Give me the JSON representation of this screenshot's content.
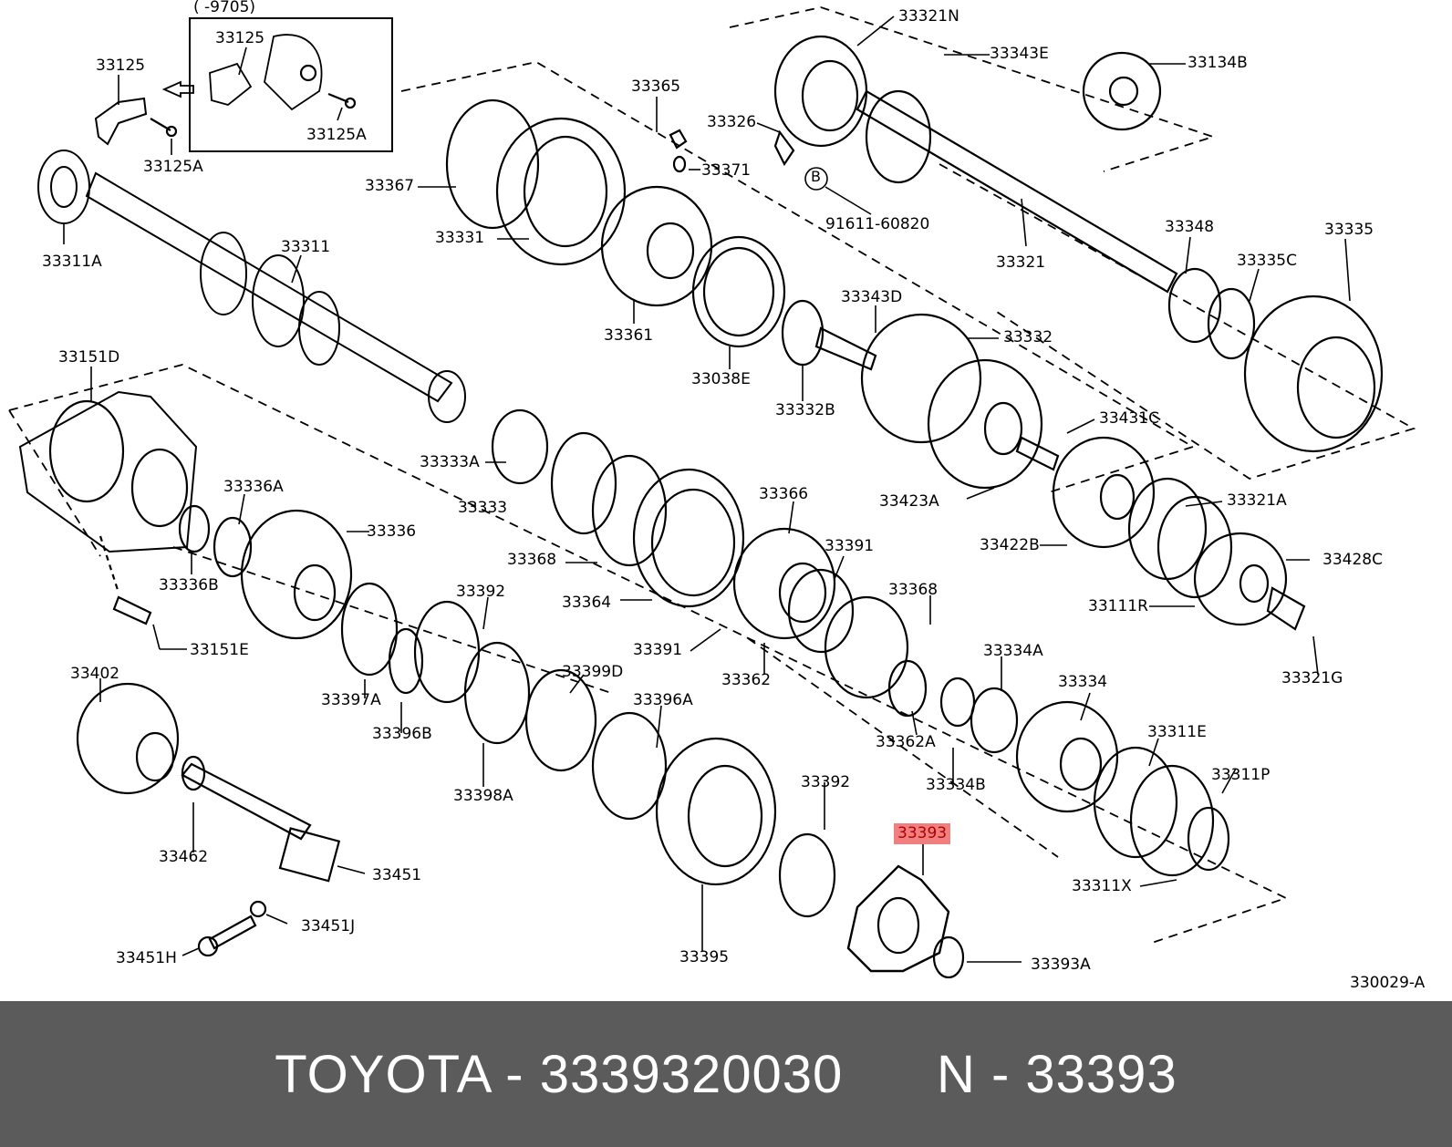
{
  "diagram": {
    "labels": [
      {
        "id": "p9705",
        "text": "(       -9705)"
      },
      {
        "id": "p33125a",
        "text": "33125"
      },
      {
        "id": "p33125b",
        "text": "33125"
      },
      {
        "id": "p33125A1",
        "text": "33125A"
      },
      {
        "id": "p33125A2",
        "text": "33125A"
      },
      {
        "id": "p33311A",
        "text": "33311A"
      },
      {
        "id": "p33311",
        "text": "33311"
      },
      {
        "id": "p33367",
        "text": "33367"
      },
      {
        "id": "p33365",
        "text": "33365"
      },
      {
        "id": "p33326",
        "text": "33326"
      },
      {
        "id": "p33371",
        "text": "33371"
      },
      {
        "id": "p33331",
        "text": "33331"
      },
      {
        "id": "p91611",
        "text": "91611-60820"
      },
      {
        "id": "p33321N",
        "text": "33321N"
      },
      {
        "id": "p33343E",
        "text": "33343E"
      },
      {
        "id": "p33134B",
        "text": "33134B"
      },
      {
        "id": "p33321",
        "text": "33321"
      },
      {
        "id": "p33348",
        "text": "33348"
      },
      {
        "id": "p33335C",
        "text": "33335C"
      },
      {
        "id": "p33335",
        "text": "33335"
      },
      {
        "id": "p33361",
        "text": "33361"
      },
      {
        "id": "p33038E",
        "text": "33038E"
      },
      {
        "id": "p33343D",
        "text": "33343D"
      },
      {
        "id": "p33332",
        "text": "33332"
      },
      {
        "id": "p33332B",
        "text": "33332B"
      },
      {
        "id": "p33151D",
        "text": "33151D"
      },
      {
        "id": "p33333A",
        "text": "33333A"
      },
      {
        "id": "p33333",
        "text": "33333"
      },
      {
        "id": "p33431C",
        "text": "33431C"
      },
      {
        "id": "p33423A",
        "text": "33423A"
      },
      {
        "id": "p33336A",
        "text": "33336A"
      },
      {
        "id": "p33336",
        "text": "33336"
      },
      {
        "id": "p33336B",
        "text": "33336B"
      },
      {
        "id": "p33368a",
        "text": "33368"
      },
      {
        "id": "p33366",
        "text": "33366"
      },
      {
        "id": "p33391a",
        "text": "33391"
      },
      {
        "id": "p33321A",
        "text": "33321A"
      },
      {
        "id": "p33422B",
        "text": "33422B"
      },
      {
        "id": "p33428C",
        "text": "33428C"
      },
      {
        "id": "p33364",
        "text": "33364"
      },
      {
        "id": "p33368b",
        "text": "33368"
      },
      {
        "id": "p33111R",
        "text": "33111R"
      },
      {
        "id": "p33151E",
        "text": "33151E"
      },
      {
        "id": "p33392a",
        "text": "33392"
      },
      {
        "id": "p33391b",
        "text": "33391"
      },
      {
        "id": "p33362",
        "text": "33362"
      },
      {
        "id": "p33334A",
        "text": "33334A"
      },
      {
        "id": "p33321G",
        "text": "33321G"
      },
      {
        "id": "p33402",
        "text": "33402"
      },
      {
        "id": "p33397A",
        "text": "33397A"
      },
      {
        "id": "p33399D",
        "text": "33399D"
      },
      {
        "id": "p33396A",
        "text": "33396A"
      },
      {
        "id": "p33334",
        "text": "33334"
      },
      {
        "id": "p33396B",
        "text": "33396B"
      },
      {
        "id": "p33362A",
        "text": "33362A"
      },
      {
        "id": "p33311E",
        "text": "33311E"
      },
      {
        "id": "p33398A",
        "text": "33398A"
      },
      {
        "id": "p33334B",
        "text": "33334B"
      },
      {
        "id": "p33311P",
        "text": "33311P"
      },
      {
        "id": "p33392b",
        "text": "33392"
      },
      {
        "id": "p33393",
        "text": "33393"
      },
      {
        "id": "p33462",
        "text": "33462"
      },
      {
        "id": "p33451",
        "text": "33451"
      },
      {
        "id": "p33311X",
        "text": "33311X"
      },
      {
        "id": "p33451J",
        "text": "33451J"
      },
      {
        "id": "p33451H",
        "text": "33451H"
      },
      {
        "id": "p33395",
        "text": "33395"
      },
      {
        "id": "p33393A",
        "text": "33393A"
      },
      {
        "id": "p330029",
        "text": "330029-A"
      },
      {
        "id": "pB",
        "text": "B"
      }
    ]
  },
  "footer": {
    "text": "TOYOTA - 3339320030      N - 33393"
  },
  "colors": {
    "footer_bg": "#5b5b5b",
    "footer_text": "#ffffff",
    "highlight_bg": "#f08080",
    "highlight_text": "#b00000"
  }
}
